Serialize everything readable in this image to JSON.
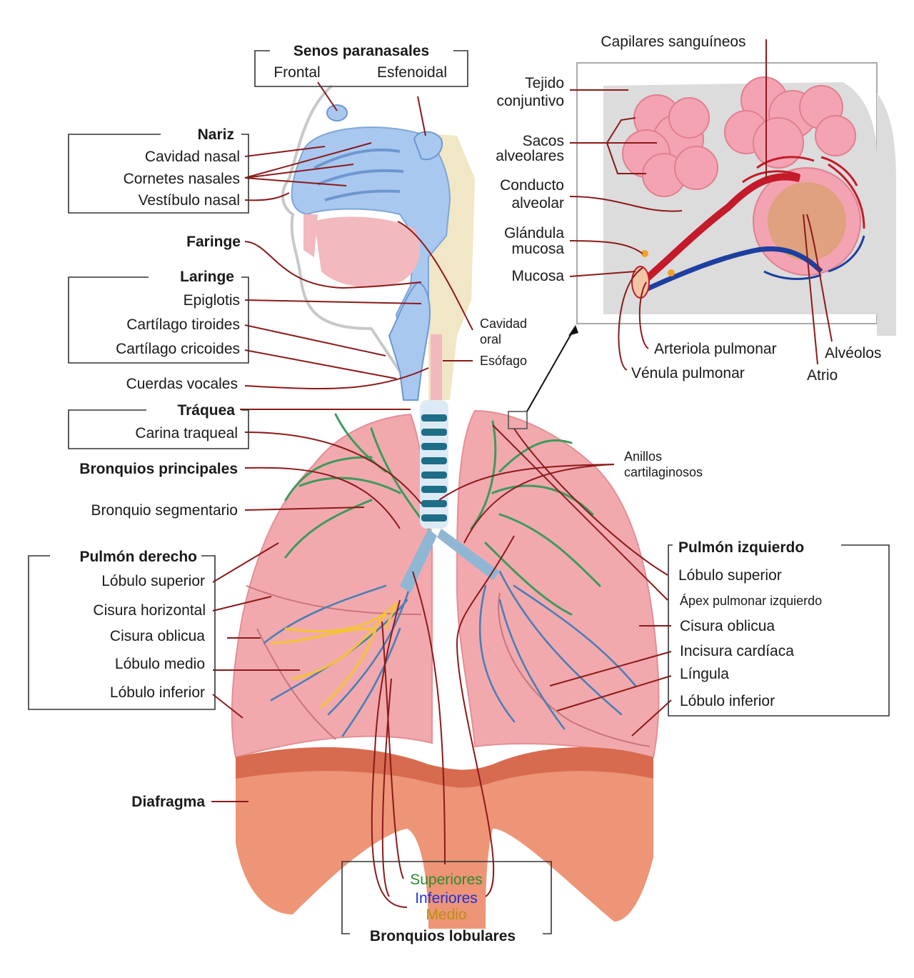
{
  "colors": {
    "leader": "#8b1a1a",
    "lung": "#f2a9ae",
    "diaphragm": "#e8866a",
    "airway": "#a9c8f0",
    "bronchi_green": "#3c9a5c",
    "bronchi_blue": "#4a7fb5",
    "bronchi_yellow": "#f5c431",
    "cartilage": "#1f6e87",
    "alveoli": "#f4a3b2",
    "superiores": "#2e8b2e",
    "inferiores": "#1f2fd8",
    "medio": "#b8900e"
  },
  "sinuses": {
    "title": "Senos paranasales",
    "frontal": "Frontal",
    "sphenoid": "Esfenoidal"
  },
  "nose": {
    "title": "Nariz",
    "items": [
      "Cavidad nasal",
      "Cornetes nasales",
      "Vestíbulo nasal"
    ]
  },
  "pharynx": "Faringe",
  "larynx": {
    "title": "Laringe",
    "items": [
      "Epiglotis",
      "Cartílago tiroides",
      "Cartílago cricoides"
    ]
  },
  "vocal_cords": "Cuerdas vocales",
  "trachea": {
    "title": "Tráquea",
    "items": [
      "Carina traqueal"
    ]
  },
  "main_bronchi": "Bronquios principales",
  "segmental_bronchus": "Bronquio segmentario",
  "right_lung": {
    "title": "Pulmón derecho",
    "items": [
      "Lóbulo superior",
      "Cisura horizontal",
      "Cisura oblicua",
      "Lóbulo medio",
      "Lóbulo inferior"
    ]
  },
  "diaphragm": "Diafragma",
  "lobar_bronchi": {
    "title": "Bronquios lobulares",
    "superior": "Superiores",
    "inferior": "Inferiores",
    "middle": "Medio"
  },
  "oral_cavity": {
    "line1": "Cavidad",
    "line2": "oral"
  },
  "esophagus": "Esófago",
  "cartilage_rings": {
    "line1": "Anillos",
    "line2": "cartilaginosos"
  },
  "left_lung": {
    "title": "Pulmón izquierdo",
    "items": [
      "Lóbulo superior",
      "Ápex pulmonar izquierdo",
      "Cisura oblicua",
      "Incisura cardíaca",
      "Língula",
      "Lóbulo inferior"
    ]
  },
  "inset": {
    "capillaries": "Capilares sanguíneos",
    "connective": {
      "line1": "Tejido",
      "line2": "conjuntivo"
    },
    "sacs": {
      "line1": "Sacos",
      "line2": "alveolares"
    },
    "duct": {
      "line1": "Conducto",
      "line2": "alveolar"
    },
    "gland": {
      "line1": "Glándula",
      "line2": "mucosa"
    },
    "mucosa": "Mucosa",
    "arteriole": "Arteriola pulmonar",
    "venule": "Vénula pulmonar",
    "alveoli": "Alvéolos",
    "atrium": "Atrio"
  }
}
